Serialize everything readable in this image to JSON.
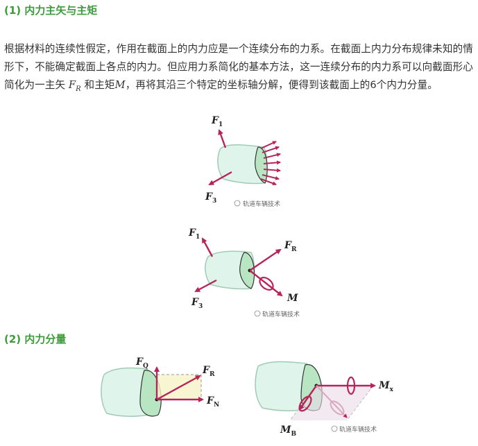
{
  "section1": {
    "heading": "(1) 内力主矢与主矩",
    "paragraph_a": "根据材料的连续性假定，作用在截面上的内力应是一个连续分布的力系。在截面上内力分布规律未知的情形下，不能确定截面上各点的内力。但应用力系简化的基本方法，这一连续分布的内力系可以向截面形心简化为一主矢",
    "vec_main": "F",
    "vec_main_sub": "R",
    "paragraph_b": "和主矩",
    "moment": "M",
    "paragraph_c": "，再将其沿三个特定的坐标轴分解，便得到该截面上的6个内力分量。"
  },
  "section2": {
    "heading": "(2) 内力分量"
  },
  "figures": {
    "fig1": {
      "f1": "F",
      "f1_sub": "1",
      "f3": "F",
      "f3_sub": "3"
    },
    "fig2": {
      "f1": "F",
      "f1_sub": "1",
      "f3": "F",
      "f3_sub": "3",
      "fr": "F",
      "fr_sub": "R",
      "m": "M"
    },
    "fig3": {
      "fq": "F",
      "fq_sub": "Q",
      "fr": "F",
      "fr_sub": "R",
      "fn": "F",
      "fn_sub": "N"
    },
    "fig4": {
      "mx": "M",
      "mx_sub": "x",
      "mb": "M",
      "mb_sub": "B"
    },
    "watermark": "轨道车辆技术"
  },
  "colors": {
    "heading": "#3c9c3c",
    "arrow": "#b8245a",
    "body_fill": "#dff5ec",
    "section_fill": "#b9e6c2"
  }
}
